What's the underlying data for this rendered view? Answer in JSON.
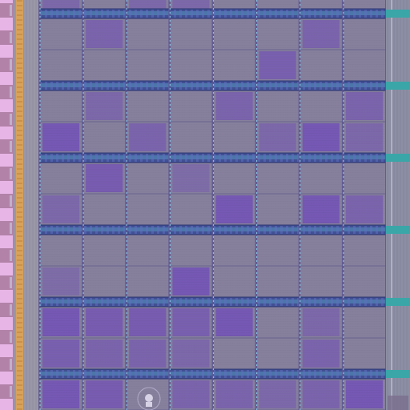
{
  "view": {
    "colors": {
      "background": "#7a7493",
      "left_strip_pink": "#e8b6e6",
      "left_strip_mauve": "#a9799d",
      "left_gray_margin": "#9a97a8",
      "orange_rail": "#d7a25b",
      "row_band_base": "#414f93",
      "row_band_highlight": "#5aa7c8",
      "cell_base": "#837d9a",
      "cell_grid_line": "#9792ad",
      "column_line": "#8ec9ea",
      "dense_fill": "#6a43b8",
      "right_rail": "#8c8ea4",
      "right_marker_teal": "#3aa6a8",
      "right_rail_edge": "#c0bfd0"
    },
    "grid": {
      "columns": 8,
      "tile_rows": 6,
      "sub_rows_per_tile": 2
    },
    "dense_cells": [
      {
        "tile": 0,
        "sub": 0,
        "col": 1,
        "level": 0.6
      },
      {
        "tile": 0,
        "sub": 0,
        "col": 6,
        "level": 0.6
      },
      {
        "tile": 0,
        "sub": 1,
        "col": 5,
        "level": 0.7
      },
      {
        "tile": 0,
        "sub": 2,
        "col": 0,
        "level": 0.5
      },
      {
        "tile": 0,
        "sub": 2,
        "col": 2,
        "level": 0.5
      },
      {
        "tile": 0,
        "sub": 2,
        "col": 3,
        "level": 0.5
      },
      {
        "tile": 1,
        "sub": 0,
        "col": 1,
        "level": 0.5
      },
      {
        "tile": 1,
        "sub": 0,
        "col": 4,
        "level": 0.6
      },
      {
        "tile": 1,
        "sub": 0,
        "col": 7,
        "level": 0.6
      },
      {
        "tile": 1,
        "sub": 1,
        "col": 0,
        "level": 0.9
      },
      {
        "tile": 1,
        "sub": 1,
        "col": 2,
        "level": 0.6
      },
      {
        "tile": 1,
        "sub": 1,
        "col": 5,
        "level": 0.5
      },
      {
        "tile": 1,
        "sub": 1,
        "col": 6,
        "level": 0.9
      },
      {
        "tile": 1,
        "sub": 1,
        "col": 7,
        "level": 0.5
      },
      {
        "tile": 2,
        "sub": 0,
        "col": 1,
        "level": 0.8
      },
      {
        "tile": 2,
        "sub": 0,
        "col": 3,
        "level": 0.4
      },
      {
        "tile": 2,
        "sub": 1,
        "col": 0,
        "level": 0.5
      },
      {
        "tile": 2,
        "sub": 1,
        "col": 4,
        "level": 0.9
      },
      {
        "tile": 2,
        "sub": 1,
        "col": 6,
        "level": 0.9
      },
      {
        "tile": 2,
        "sub": 1,
        "col": 7,
        "level": 0.6
      },
      {
        "tile": 3,
        "sub": 1,
        "col": 3,
        "level": 0.9
      },
      {
        "tile": 3,
        "sub": 1,
        "col": 0,
        "level": 0.4
      },
      {
        "tile": 4,
        "sub": 0,
        "col": 0,
        "level": 0.9
      },
      {
        "tile": 4,
        "sub": 0,
        "col": 1,
        "level": 0.8
      },
      {
        "tile": 4,
        "sub": 0,
        "col": 2,
        "level": 0.8
      },
      {
        "tile": 4,
        "sub": 0,
        "col": 3,
        "level": 0.7
      },
      {
        "tile": 4,
        "sub": 0,
        "col": 4,
        "level": 0.9
      },
      {
        "tile": 4,
        "sub": 0,
        "col": 6,
        "level": 0.5
      },
      {
        "tile": 4,
        "sub": 1,
        "col": 0,
        "level": 0.7
      },
      {
        "tile": 4,
        "sub": 1,
        "col": 1,
        "level": 0.6
      },
      {
        "tile": 4,
        "sub": 1,
        "col": 2,
        "level": 0.6
      },
      {
        "tile": 4,
        "sub": 1,
        "col": 3,
        "level": 0.5
      },
      {
        "tile": 4,
        "sub": 1,
        "col": 6,
        "level": 0.6
      },
      {
        "tile": 5,
        "sub": 0,
        "col": 0,
        "level": 0.9
      },
      {
        "tile": 5,
        "sub": 0,
        "col": 1,
        "level": 0.8
      },
      {
        "tile": 5,
        "sub": 0,
        "col": 3,
        "level": 0.6
      },
      {
        "tile": 5,
        "sub": 0,
        "col": 4,
        "level": 0.6
      },
      {
        "tile": 5,
        "sub": 0,
        "col": 5,
        "level": 0.5
      },
      {
        "tile": 5,
        "sub": 0,
        "col": 6,
        "level": 0.6
      },
      {
        "tile": 5,
        "sub": 0,
        "col": 7,
        "level": 0.9
      }
    ]
  }
}
